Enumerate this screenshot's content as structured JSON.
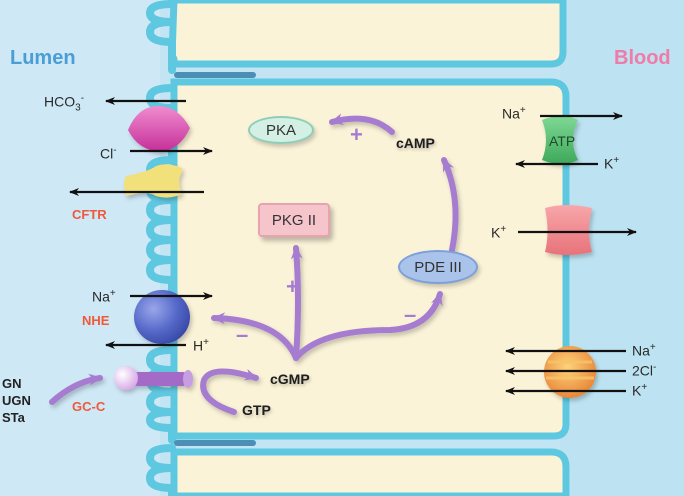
{
  "regions": {
    "lumen": "Lumen",
    "blood": "Blood"
  },
  "apical_transport": {
    "bicarbonate": {
      "base": "HCO",
      "sub": "3",
      "sup": "-"
    },
    "chloride": {
      "base": "Cl",
      "sup": "-"
    },
    "cftr_label": "CFTR",
    "sodium": {
      "base": "Na",
      "sup": "+"
    },
    "nhe_label": "NHE",
    "proton": {
      "base": "H",
      "sup": "+"
    },
    "gcc_label": "GC-C",
    "ligands": [
      "GN",
      "UGN",
      "STa"
    ]
  },
  "intracellular": {
    "pka": "PKA",
    "camp": "cAMP",
    "pkg2": "PKG II",
    "pde3": "PDE III",
    "cgmp": "cGMP",
    "gtp": "GTP",
    "plus_sign": "+",
    "minus_sign": "–"
  },
  "basolateral_transport": {
    "pump_label": "ATP",
    "pump_na": {
      "base": "Na",
      "sup": "+"
    },
    "pump_k": {
      "base": "K",
      "sup": "+"
    },
    "k_channel": {
      "base": "K",
      "sup": "+"
    },
    "cotransporter": [
      {
        "base": "Na",
        "sup": "+"
      },
      {
        "base": "2Cl",
        "sup": "-"
      },
      {
        "base": "K",
        "sup": "+"
      }
    ]
  },
  "colors": {
    "lumen_bg": "#cfe8f6",
    "blood_bg": "#bde3f2",
    "cytoplasm": "#fbf3d8",
    "membrane": "#5ec8e0",
    "membrane_edge": "#22b5dc",
    "tight_junction": "#4b8fb5",
    "lumen_text": "#4a9ed6",
    "blood_text": "#f07aa8",
    "signal_arrow": "#a57ccf",
    "cftr_channel": "#f2e07a",
    "anion_exchanger": "#d948a8",
    "nhe": "#5568c8",
    "gcc": "#a36bc8",
    "pump": "#4fbf6a",
    "k_channel_color": "#f08a90",
    "cotransporter_color": "#f0a048",
    "pka_fill": "#d4efe4",
    "pkg_fill": "#f6c5cc",
    "pde_fill": "#a9c3ea",
    "label_red": "#ee5a3a"
  }
}
